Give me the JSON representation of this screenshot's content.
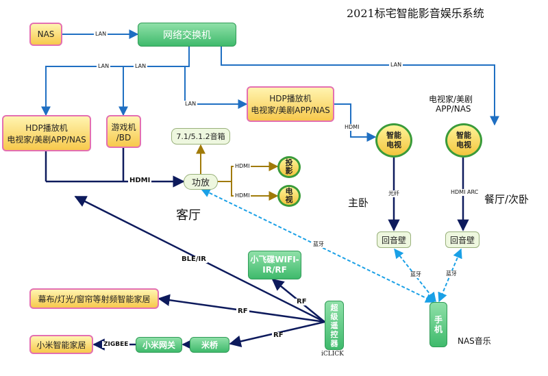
{
  "title": "2021标宅智能影音娱乐系统",
  "nodes": {
    "nas": "NAS",
    "switch": "网络交换机",
    "hdp_left_1": "HDP播放机",
    "hdp_left_2": "电视家/美剧APP/NAS",
    "game_1": "游戏机",
    "game_2": "/BD",
    "hdp_mid_1": "HDP播放机",
    "hdp_mid_2": "电视家/美剧APP/NAS",
    "speaker": "7.1/5.1.2音箱",
    "amp": "功放",
    "projector": "投影",
    "tv_small": "电视",
    "tv_bedroom": "智能电视",
    "tv_dining": "智能电视",
    "soundbar_bedroom": "回音壁",
    "soundbar_dining": "回音壁",
    "ufo_1": "小飞碟WIFI-",
    "ufo_2": "IR/RF",
    "curtain": "幕布/灯光/窗帘等射频智能家居",
    "xiaomi_home": "小米智能家居",
    "xiaomi_gateway": "小米网关",
    "mibridge": "米桥",
    "remote": "超级遥控器",
    "phone": "手机"
  },
  "labels": {
    "dining_app_1": "电视家/美剧",
    "dining_app_2": "APP/NAS",
    "living_room": "客厅",
    "master_bedroom": "主卧",
    "dining_room": "餐厅/次卧",
    "nas_music": "NAS音乐",
    "iclick": "iCLICK"
  },
  "edge_labels": {
    "lan_nas": "LAN",
    "lan_a": "LAN",
    "lan_b": "LAN",
    "lan_c": "LAN",
    "lan_d": "LAN",
    "hdmi_mid": "HDMI",
    "hdmi_main": "HDMI",
    "hdmi_proj": "HDMI",
    "hdmi_tv": "HDMI",
    "fiber": "光纤",
    "hdmi_arc": "HDMI ARC",
    "bt_amp": "蓝牙",
    "bt_left": "蓝牙",
    "bt_right": "蓝牙",
    "ble_ir": "BLE/IR",
    "rf_ufo": "RF",
    "rf_curtain": "RF",
    "rf_bridge": "RF",
    "zigbee": "ZIGBEE"
  },
  "colors": {
    "lan_blue": "#1f6fc2",
    "navy": "#0d1a5c",
    "gold": "#a07a08",
    "bluetooth": "#1aa0e6",
    "node_border_pink": "#e36fb2",
    "green": "#3fba6c"
  }
}
